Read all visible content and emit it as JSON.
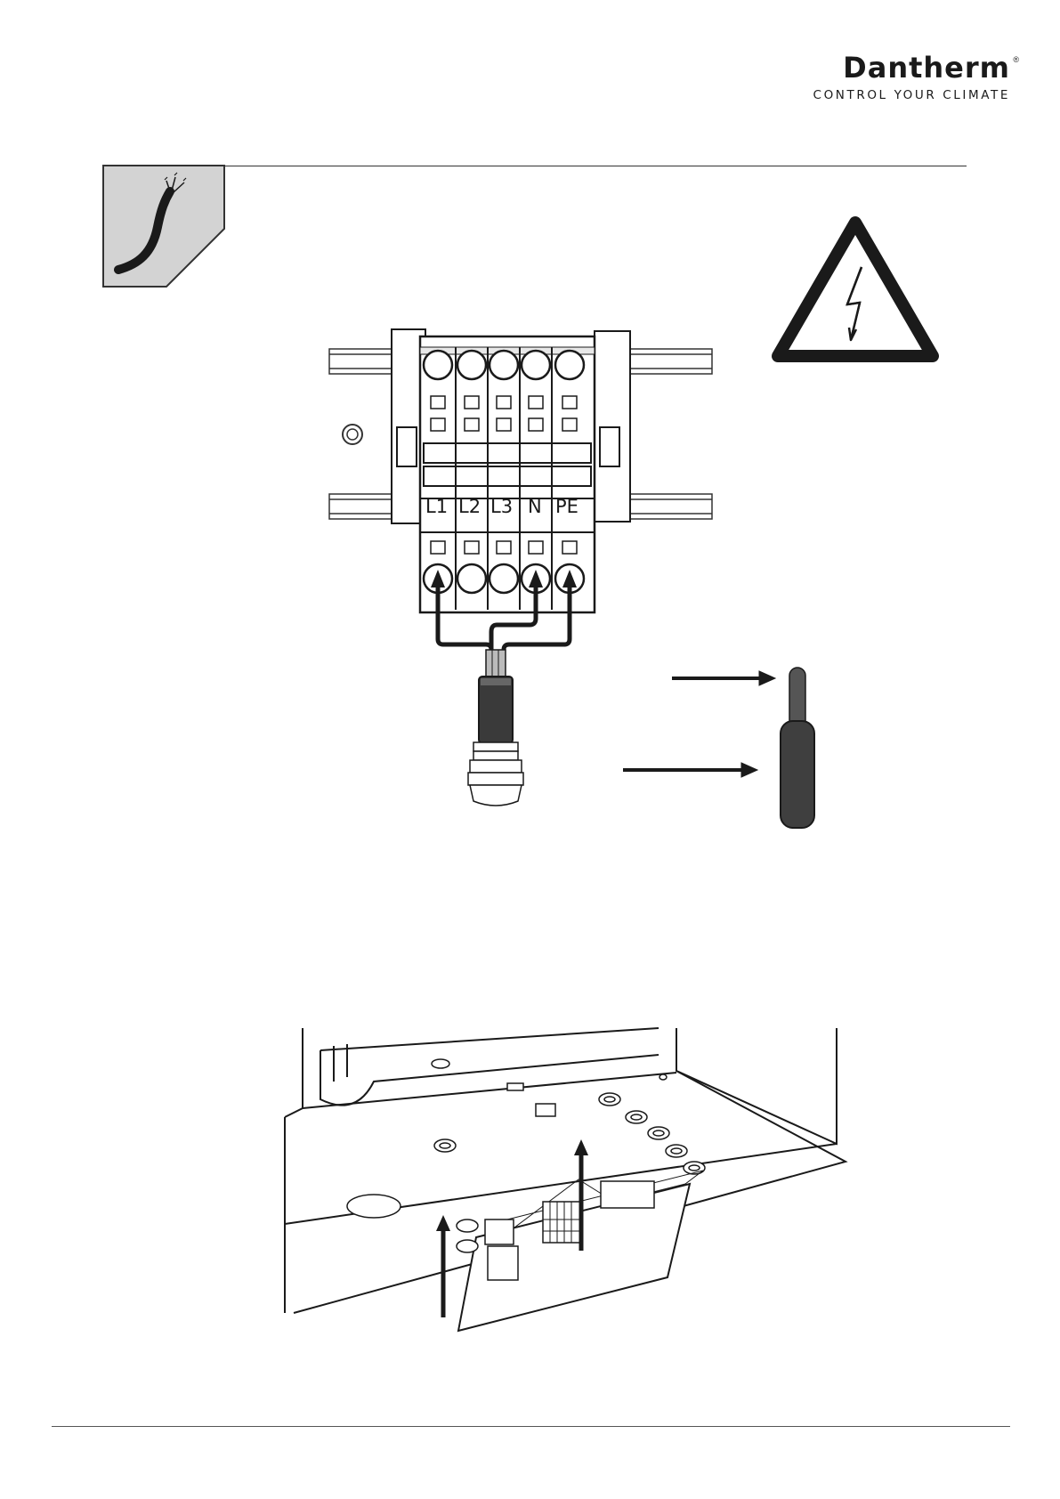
{
  "header": {
    "brand": "Dantherm",
    "registered_mark": "®",
    "tagline": "CONTROL YOUR CLIMATE"
  },
  "terminal_block": {
    "labels": [
      "L1",
      "L2",
      "L3",
      "N",
      "PE"
    ]
  },
  "icons": {
    "section_icon": "cable-icon",
    "warning_icon": "high-voltage-warning-icon"
  }
}
